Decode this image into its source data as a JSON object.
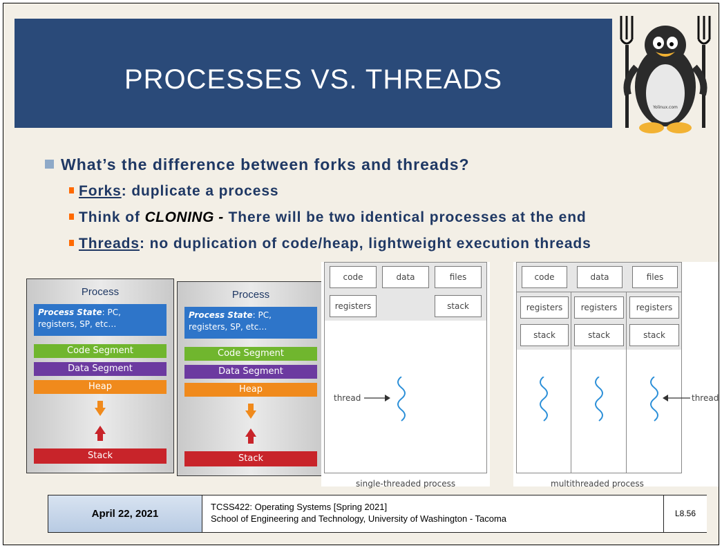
{
  "slide": {
    "title": "PROCESSES VS. THREADS",
    "mascot_caption": "Yolinux.com"
  },
  "bullets": {
    "main": "What’s the difference between forks and threads?",
    "forks_term": "Forks",
    "forks_text": ": duplicate a process",
    "think_prefix": "Think of ",
    "cloning": "CLONING -",
    "think_suffix": " There will be two identical processes at the end",
    "threads_term": "Threads",
    "threads_text": ": no duplication of code/heap, lightweight execution threads"
  },
  "process_box": {
    "title": "Process",
    "state_label": "Process State",
    "state_text": ": PC, registers, SP, etc…",
    "code": "Code Segment",
    "data": "Data Segment",
    "heap": "Heap",
    "stack": "Stack"
  },
  "single_thread": {
    "code": "code",
    "data": "data",
    "files": "files",
    "registers": "registers",
    "stack": "stack",
    "thread_label": "thread",
    "caption": "single-threaded process"
  },
  "multi_thread": {
    "code": "code",
    "data": "data",
    "files": "files",
    "registers": [
      "registers",
      "registers",
      "registers"
    ],
    "stacks": [
      "stack",
      "stack",
      "stack"
    ],
    "thread_label": "thread",
    "caption": "multithreaded process"
  },
  "footer": {
    "date": "April 22, 2021",
    "course": "TCSS422: Operating Systems [Spring 2021]",
    "school": "School of Engineering and Technology, University of Washington - Tacoma",
    "page": "L8.56"
  },
  "colors": {
    "title_bar": "#2a4a79",
    "bullet_text": "#1f3864",
    "sub_bullet": "#ff6a00",
    "slide_bg": "#f3efe6"
  }
}
